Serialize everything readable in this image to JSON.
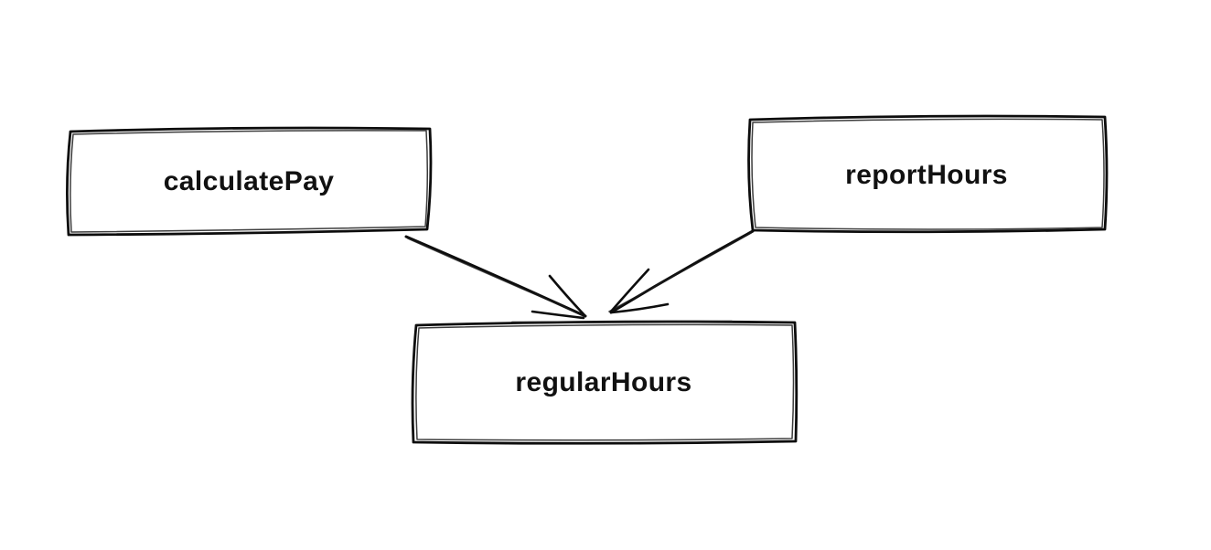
{
  "diagram": {
    "style": "hand-drawn",
    "background_color": "#ffffff",
    "stroke_color": "#0d0d0d",
    "text_color": "#111111",
    "nodes": [
      {
        "id": "calculatePay",
        "label": "calculatePay",
        "position": "top-left"
      },
      {
        "id": "reportHours",
        "label": "reportHours",
        "position": "top-right"
      },
      {
        "id": "regularHours",
        "label": "regularHours",
        "position": "bottom-center"
      }
    ],
    "edges": [
      {
        "from": "calculatePay",
        "to": "regularHours",
        "type": "arrow",
        "direction": "down-right"
      },
      {
        "from": "reportHours",
        "to": "regularHours",
        "type": "arrow",
        "direction": "down-left"
      }
    ]
  }
}
